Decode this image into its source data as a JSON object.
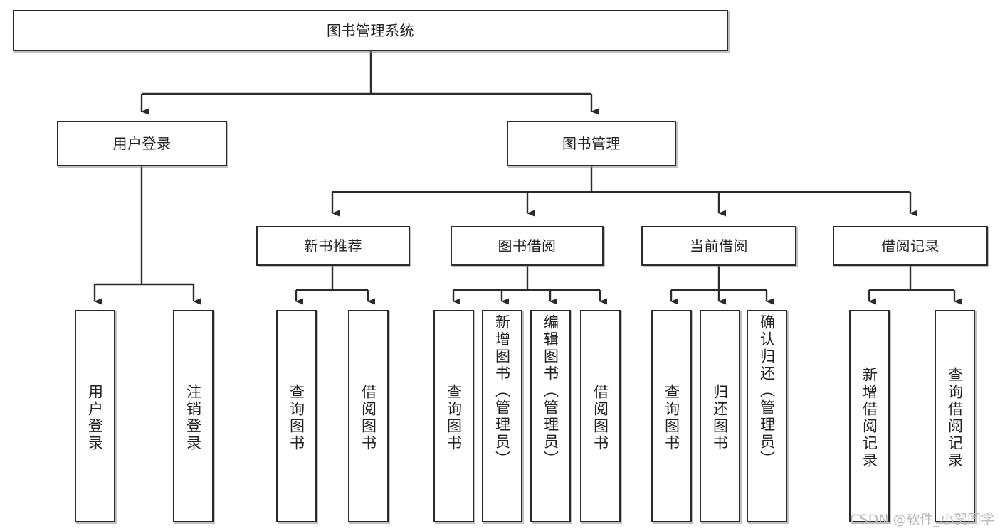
{
  "diagram": {
    "type": "tree",
    "title": "图书管理系统",
    "orientation": "top-down",
    "colors": {
      "box_border": "#2b2b2b",
      "box_fill": "#ffffff",
      "edge": "#2b2b2b",
      "text": "#222222",
      "watermark": "#b9b9b9"
    },
    "root": {
      "id": "root",
      "label": "图书管理系统"
    },
    "level2": [
      {
        "id": "login",
        "label": "用户登录"
      },
      {
        "id": "bookmgmt",
        "label": "图书管理"
      }
    ],
    "level3": [
      {
        "id": "newbook",
        "label": "新书推荐",
        "parent": "bookmgmt"
      },
      {
        "id": "borrow",
        "label": "图书借阅",
        "parent": "bookmgmt"
      },
      {
        "id": "current",
        "label": "当前借阅",
        "parent": "bookmgmt"
      },
      {
        "id": "records",
        "label": "借阅记录",
        "parent": "bookmgmt"
      }
    ],
    "leaves": {
      "login": [
        {
          "id": "leaf-user-login",
          "label": "用户登录"
        },
        {
          "id": "leaf-user-logout",
          "label": "注销登录"
        }
      ],
      "newbook": [
        {
          "id": "leaf-query-book-1",
          "label": "查询图书"
        },
        {
          "id": "leaf-borrow-book-1",
          "label": "借阅图书"
        }
      ],
      "borrow": [
        {
          "id": "leaf-query-book-2",
          "label": "查询图书"
        },
        {
          "id": "leaf-add-book",
          "label": "新增图书（管理员）"
        },
        {
          "id": "leaf-edit-book",
          "label": "编辑图书（管理员）"
        },
        {
          "id": "leaf-borrow-book-2",
          "label": "借阅图书"
        }
      ],
      "current": [
        {
          "id": "leaf-query-book-3",
          "label": "查询图书"
        },
        {
          "id": "leaf-return-book",
          "label": "归还图书"
        },
        {
          "id": "leaf-confirm-return",
          "label": "确认归还（管理员）"
        }
      ],
      "records": [
        {
          "id": "leaf-add-record",
          "label": "新增借阅记录"
        },
        {
          "id": "leaf-query-record",
          "label": "查询借阅记录"
        }
      ]
    }
  },
  "watermark": {
    "text": "CSDN @软件_小贺同学"
  }
}
